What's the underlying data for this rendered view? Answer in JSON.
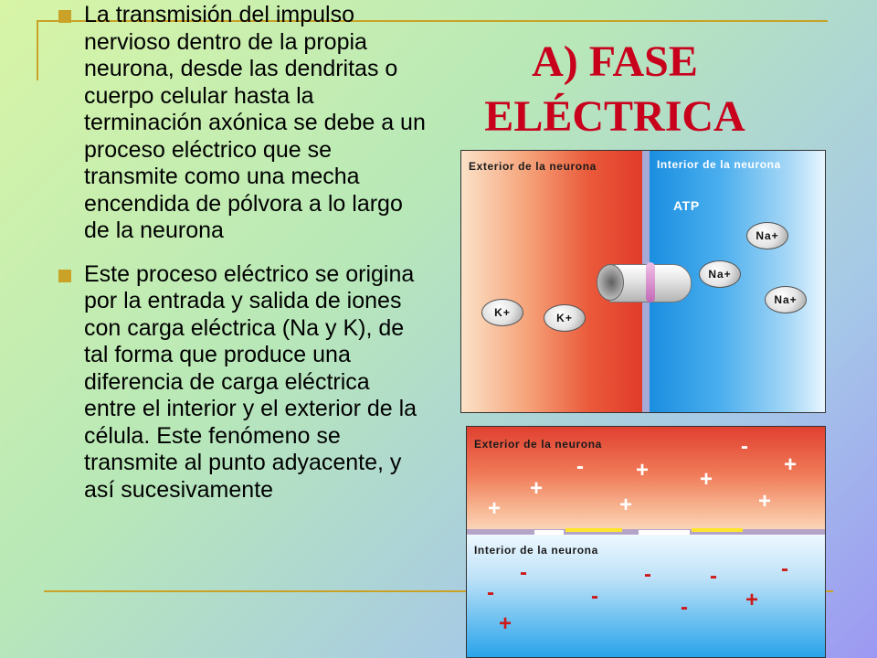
{
  "title": {
    "line1": "A) FASE",
    "line2": "ELÉCTRICA"
  },
  "bullets": [
    "La transmisión del impulso nervioso dentro de la propia neurona, desde las dendritas o cuerpo celular hasta la terminación axónica se debe a un proceso eléctrico que se transmite como una mecha encendida de pólvora a lo largo de la neurona",
    "Este proceso eléctrico se origina por la entrada y salida de iones con carga eléctrica (Na y K), de tal forma que produce una diferencia de carga eléctrica entre el interior y el exterior de la célula. Este fenómeno se transmite al punto adyacente, y así sucesivamente"
  ],
  "diagram_top": {
    "exterior_label": "Exterior de la neurona",
    "interior_label": "Interior de la neurona",
    "atp_label": "ATP",
    "k_ion": "K+",
    "na_ion": "Na+"
  },
  "diagram_bottom": {
    "exterior_label": "Exterior de la neurona",
    "interior_label": "Interior de la neurona",
    "plus": "+",
    "minus": "-"
  },
  "colors": {
    "title": "#c8001c",
    "accent_rule": "#c9a227",
    "exterior": "#e13a2a",
    "interior": "#2aa4ea"
  }
}
